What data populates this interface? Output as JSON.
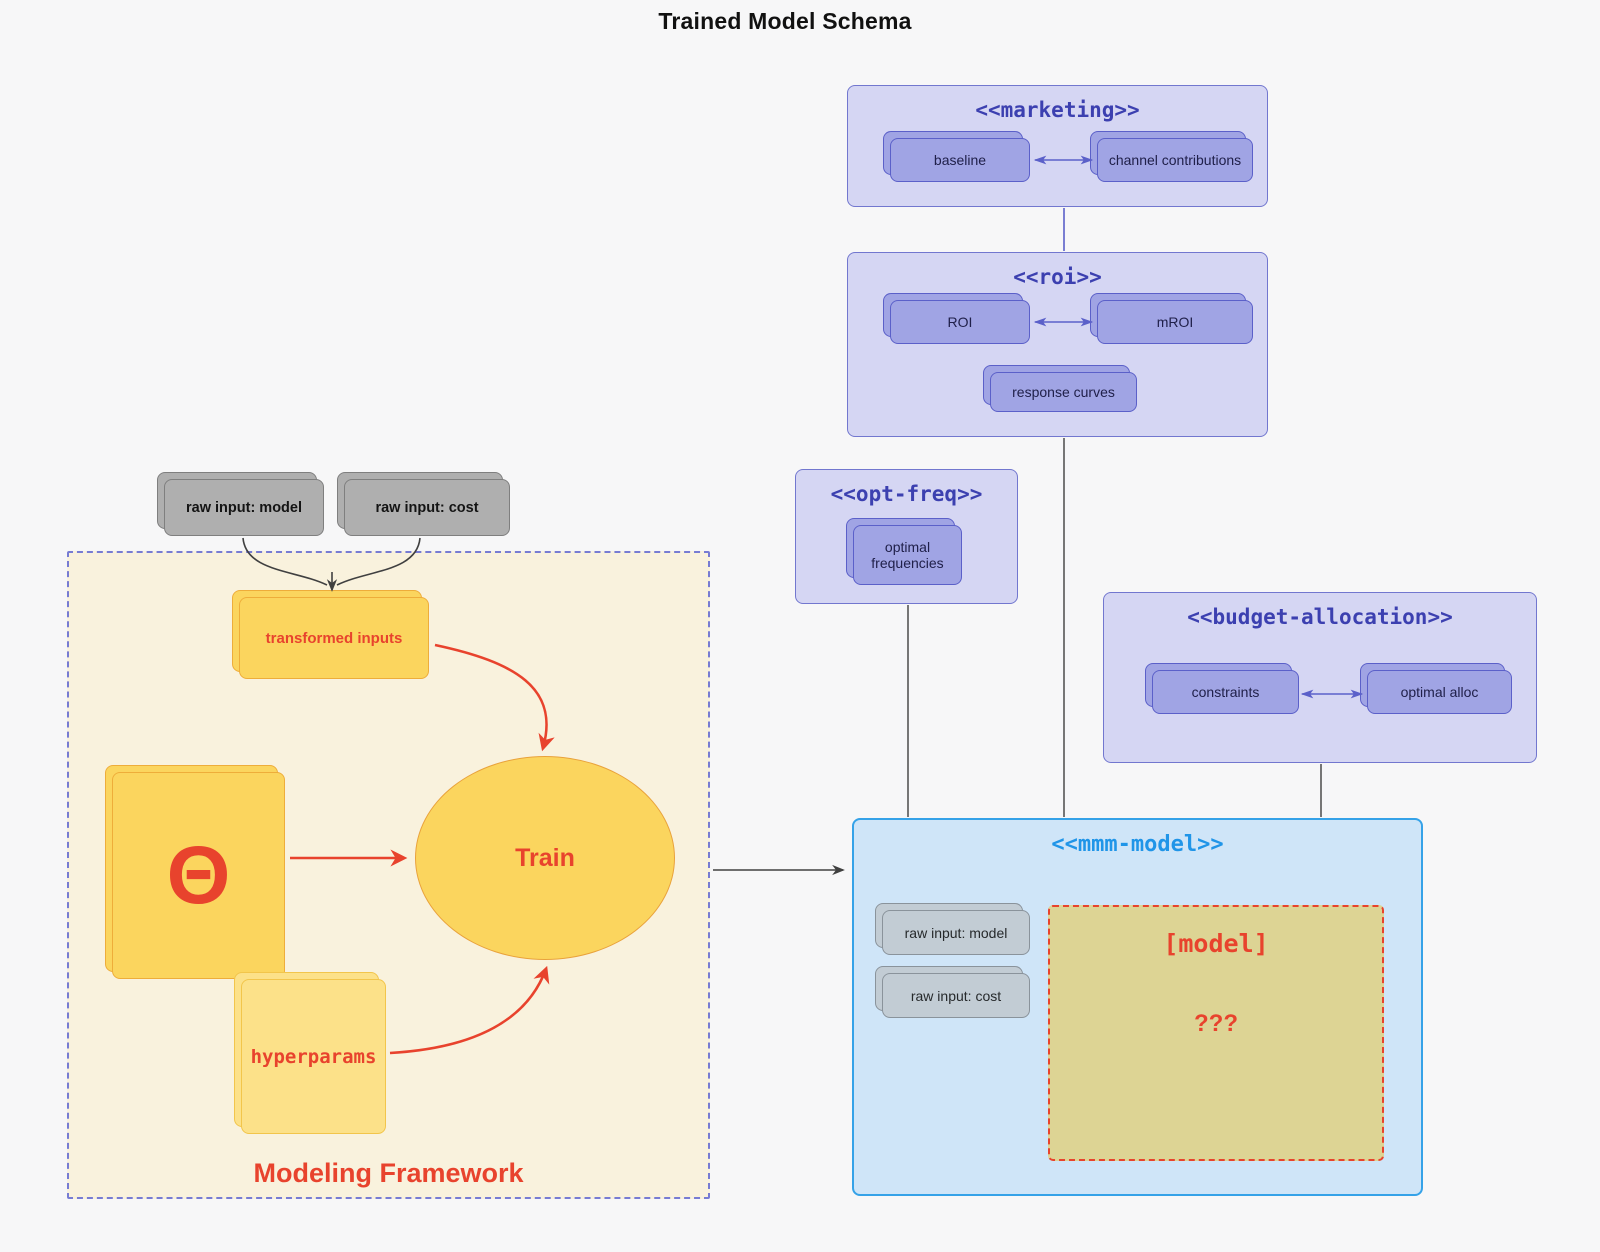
{
  "title": "Trained Model Schema",
  "containers": {
    "marketing": {
      "title": "<<marketing>>",
      "baseline": "baseline",
      "channel": "channel contributions"
    },
    "roi": {
      "title": "<<roi>>",
      "roi": "ROI",
      "mroi": "mROI",
      "response": "response curves"
    },
    "opt_freq": {
      "title": "<<opt-freq>>",
      "optimal": "optimal frequencies"
    },
    "budget": {
      "title": "<<budget-allocation>>",
      "constraints": "constraints",
      "optimal_alloc": "optimal alloc"
    },
    "mmm": {
      "title": "<<mmm-model>>",
      "raw_model": "raw input: model",
      "raw_cost": "raw input: cost",
      "model": "[model]",
      "unknown": "???"
    }
  },
  "raw_inputs": {
    "model": "raw input: model",
    "cost": "raw input: cost"
  },
  "framework": {
    "label": "Modeling Framework",
    "transformed": "transformed inputs",
    "theta": "Θ",
    "train": "Train",
    "hyperparams": "hyperparams"
  },
  "colors": {
    "purple_title": "#3c40b0",
    "purple_fill": "#d5d6f3",
    "purple_node": "#a0a4e4",
    "blue_title": "#2095e8",
    "blue_fill": "#cfe5f8",
    "red_accent": "#e8432d",
    "yellow_node": "#fbd55e",
    "framework_fill": "#f9f2dd",
    "khaki_fill": "#ddd494"
  }
}
